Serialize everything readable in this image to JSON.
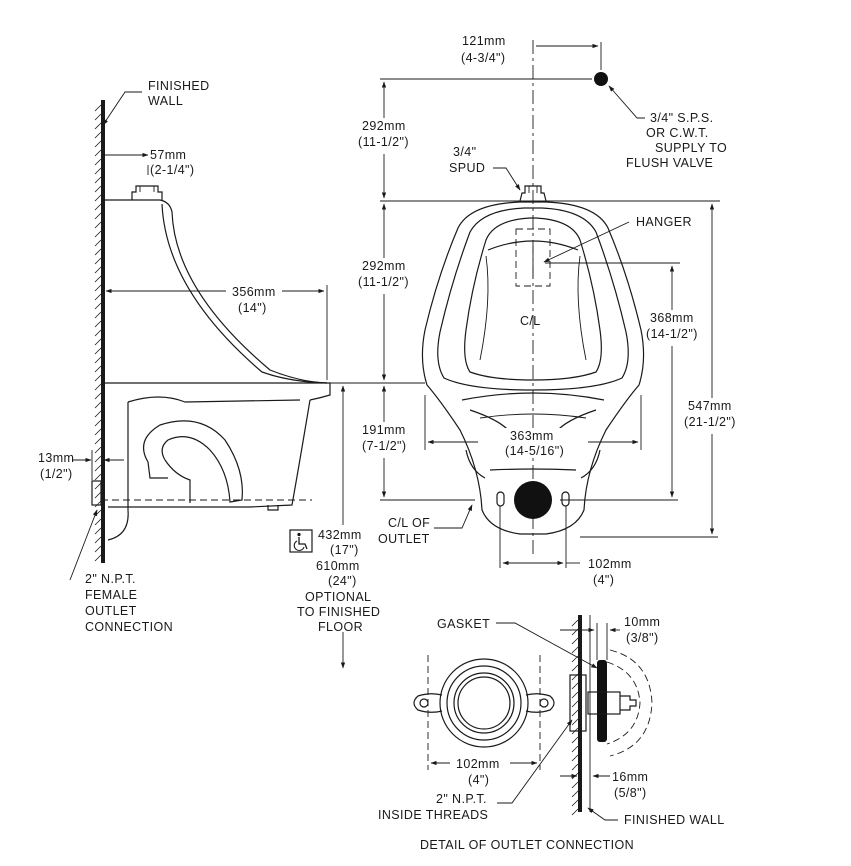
{
  "side_view": {
    "finished_wall": [
      "FINISHED",
      "WALL"
    ],
    "spud_offset": [
      "57mm",
      "(2-1/4\")"
    ],
    "projection": [
      "356mm",
      "(14\")"
    ],
    "outlet_offset": [
      "13mm",
      "(1/2\")"
    ],
    "outlet_connection": [
      "2\" N.P.T.",
      "FEMALE",
      "OUTLET",
      "CONNECTION"
    ],
    "rim_height": [
      "432mm",
      "(17\")",
      "610mm",
      "(24\")",
      "OPTIONAL",
      "TO FINISHED",
      "FLOOR"
    ]
  },
  "front_view": {
    "supply_offset": [
      "121mm",
      "(4-3/4\")"
    ],
    "supply_height": [
      "292mm",
      "(11-1/2\")"
    ],
    "supply_note": [
      "3/4\" S.P.S.",
      "OR C.W.T.",
      "SUPPLY TO",
      "FLUSH VALVE"
    ],
    "spud": [
      "3/4\"",
      "SPUD"
    ],
    "hanger": "HANGER",
    "spud_to_rim": [
      "292mm",
      "(11-1/2\")"
    ],
    "rim_to_outlet": [
      "191mm",
      "(7-1/2\")"
    ],
    "hanger_height": [
      "368mm",
      "(14-1/2\")"
    ],
    "centerline": "C/L",
    "overall_height": [
      "547mm",
      "(21-1/2\")"
    ],
    "width": [
      "363mm",
      "(14-5/16\")"
    ],
    "cl_outlet": [
      "C/L OF",
      "OUTLET"
    ],
    "outlet_spacing": [
      "102mm",
      "(4\")"
    ]
  },
  "detail": {
    "gasket": "GASKET",
    "gasket_thickness": [
      "10mm",
      "(3/8\")"
    ],
    "outlet_width": [
      "102mm",
      "(4\")"
    ],
    "inside_threads": [
      "2\" N.P.T.",
      "INSIDE THREADS"
    ],
    "wall_thickness": [
      "16mm",
      "(5/8\")"
    ],
    "finished_wall": "FINISHED WALL",
    "caption": "DETAIL OF OUTLET CONNECTION"
  },
  "icons": {
    "accessibility": "wheelchair-icon"
  }
}
